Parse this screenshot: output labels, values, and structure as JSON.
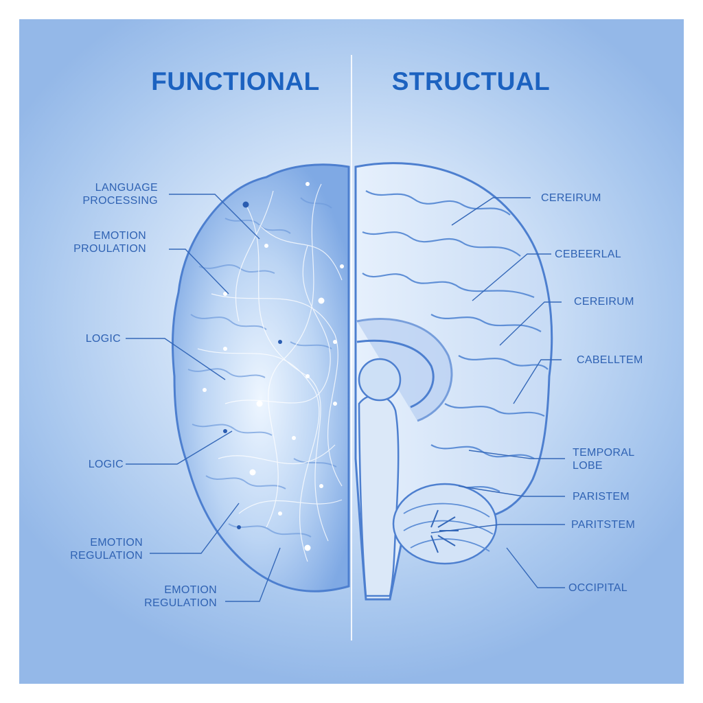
{
  "titles": {
    "functional": "FUNCTIONAL",
    "structural": "STRUCTUAL"
  },
  "functional_labels": [
    "LANGUAGE\nPROCESSING",
    "EMOTION\nPROULATION",
    "LOGIC",
    "LOGIC",
    "EMOTION\nREGULATION",
    "EMOTION\nREGULATION"
  ],
  "structural_labels": [
    "CEREIRUM",
    "CEBEERLAL",
    "CEREIRUM",
    "CABELLTEM",
    "TEMPORAL\nLOBE",
    "PARISTEM",
    "PARITSTEM",
    "OCCIPITAL"
  ],
  "colors": {
    "accent": "#1c62c0",
    "line": "#3568b8",
    "brain_fill": "#8fb6ea",
    "brain_outline": "#4d7fcf"
  }
}
